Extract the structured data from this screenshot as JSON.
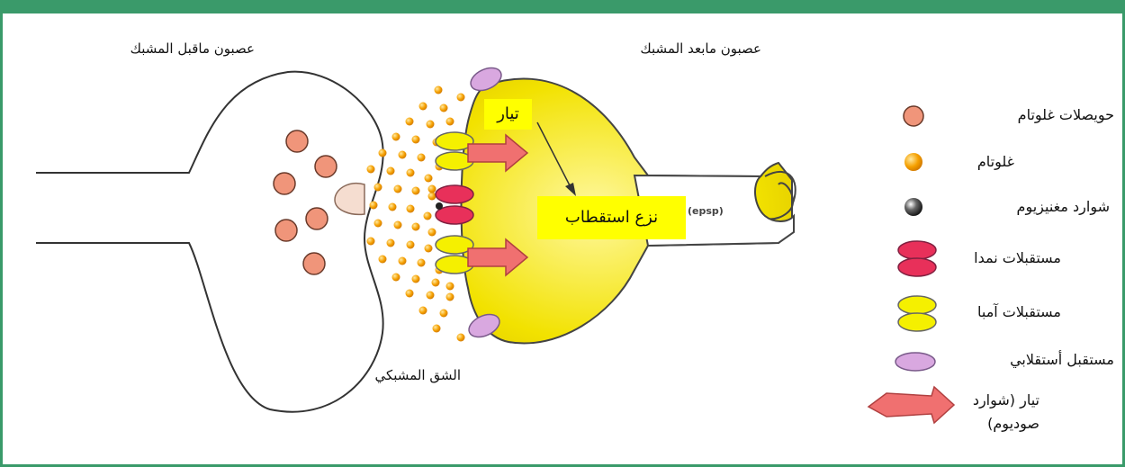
{
  "labels": {
    "postsynaptic": "عصبون مابعد المشبك",
    "presynaptic": "عصبون ماقبل المشبك",
    "synaptic_cleft": "الشق المشبكي",
    "current_box": "تيار",
    "depolarization_box": "نزع استقطاب",
    "epsp": "(epsp)"
  },
  "legend": [
    {
      "label": "حويصلات غلوتام",
      "icon": "vesicle-icon"
    },
    {
      "label": "غلوتام",
      "icon": "glutamate-icon"
    },
    {
      "label": "شوارد مغنيزيوم",
      "icon": "magnesium-icon"
    },
    {
      "label": "مستقبلات نمدا",
      "icon": "nmda-receptor-icon"
    },
    {
      "label": "مستقبلات آمبا",
      "icon": "ampa-receptor-icon"
    },
    {
      "label": "مستقبل أستقلابي",
      "icon": "metabotropic-receptor-icon"
    },
    {
      "label": "تيار (شوارد صوديوم)",
      "icon": "current-arrow-icon"
    }
  ],
  "colors": {
    "frame": "#3a9a6a",
    "vesicle": "#f0957a",
    "glutamate": "#f5a000",
    "nmda": "#e8305a",
    "ampa": "#f5f000",
    "metabotropic": "#d9a8e0",
    "arrow": "#f07070",
    "postsynaptic_fill": "#f2e200",
    "highlight": "#ffff00"
  }
}
